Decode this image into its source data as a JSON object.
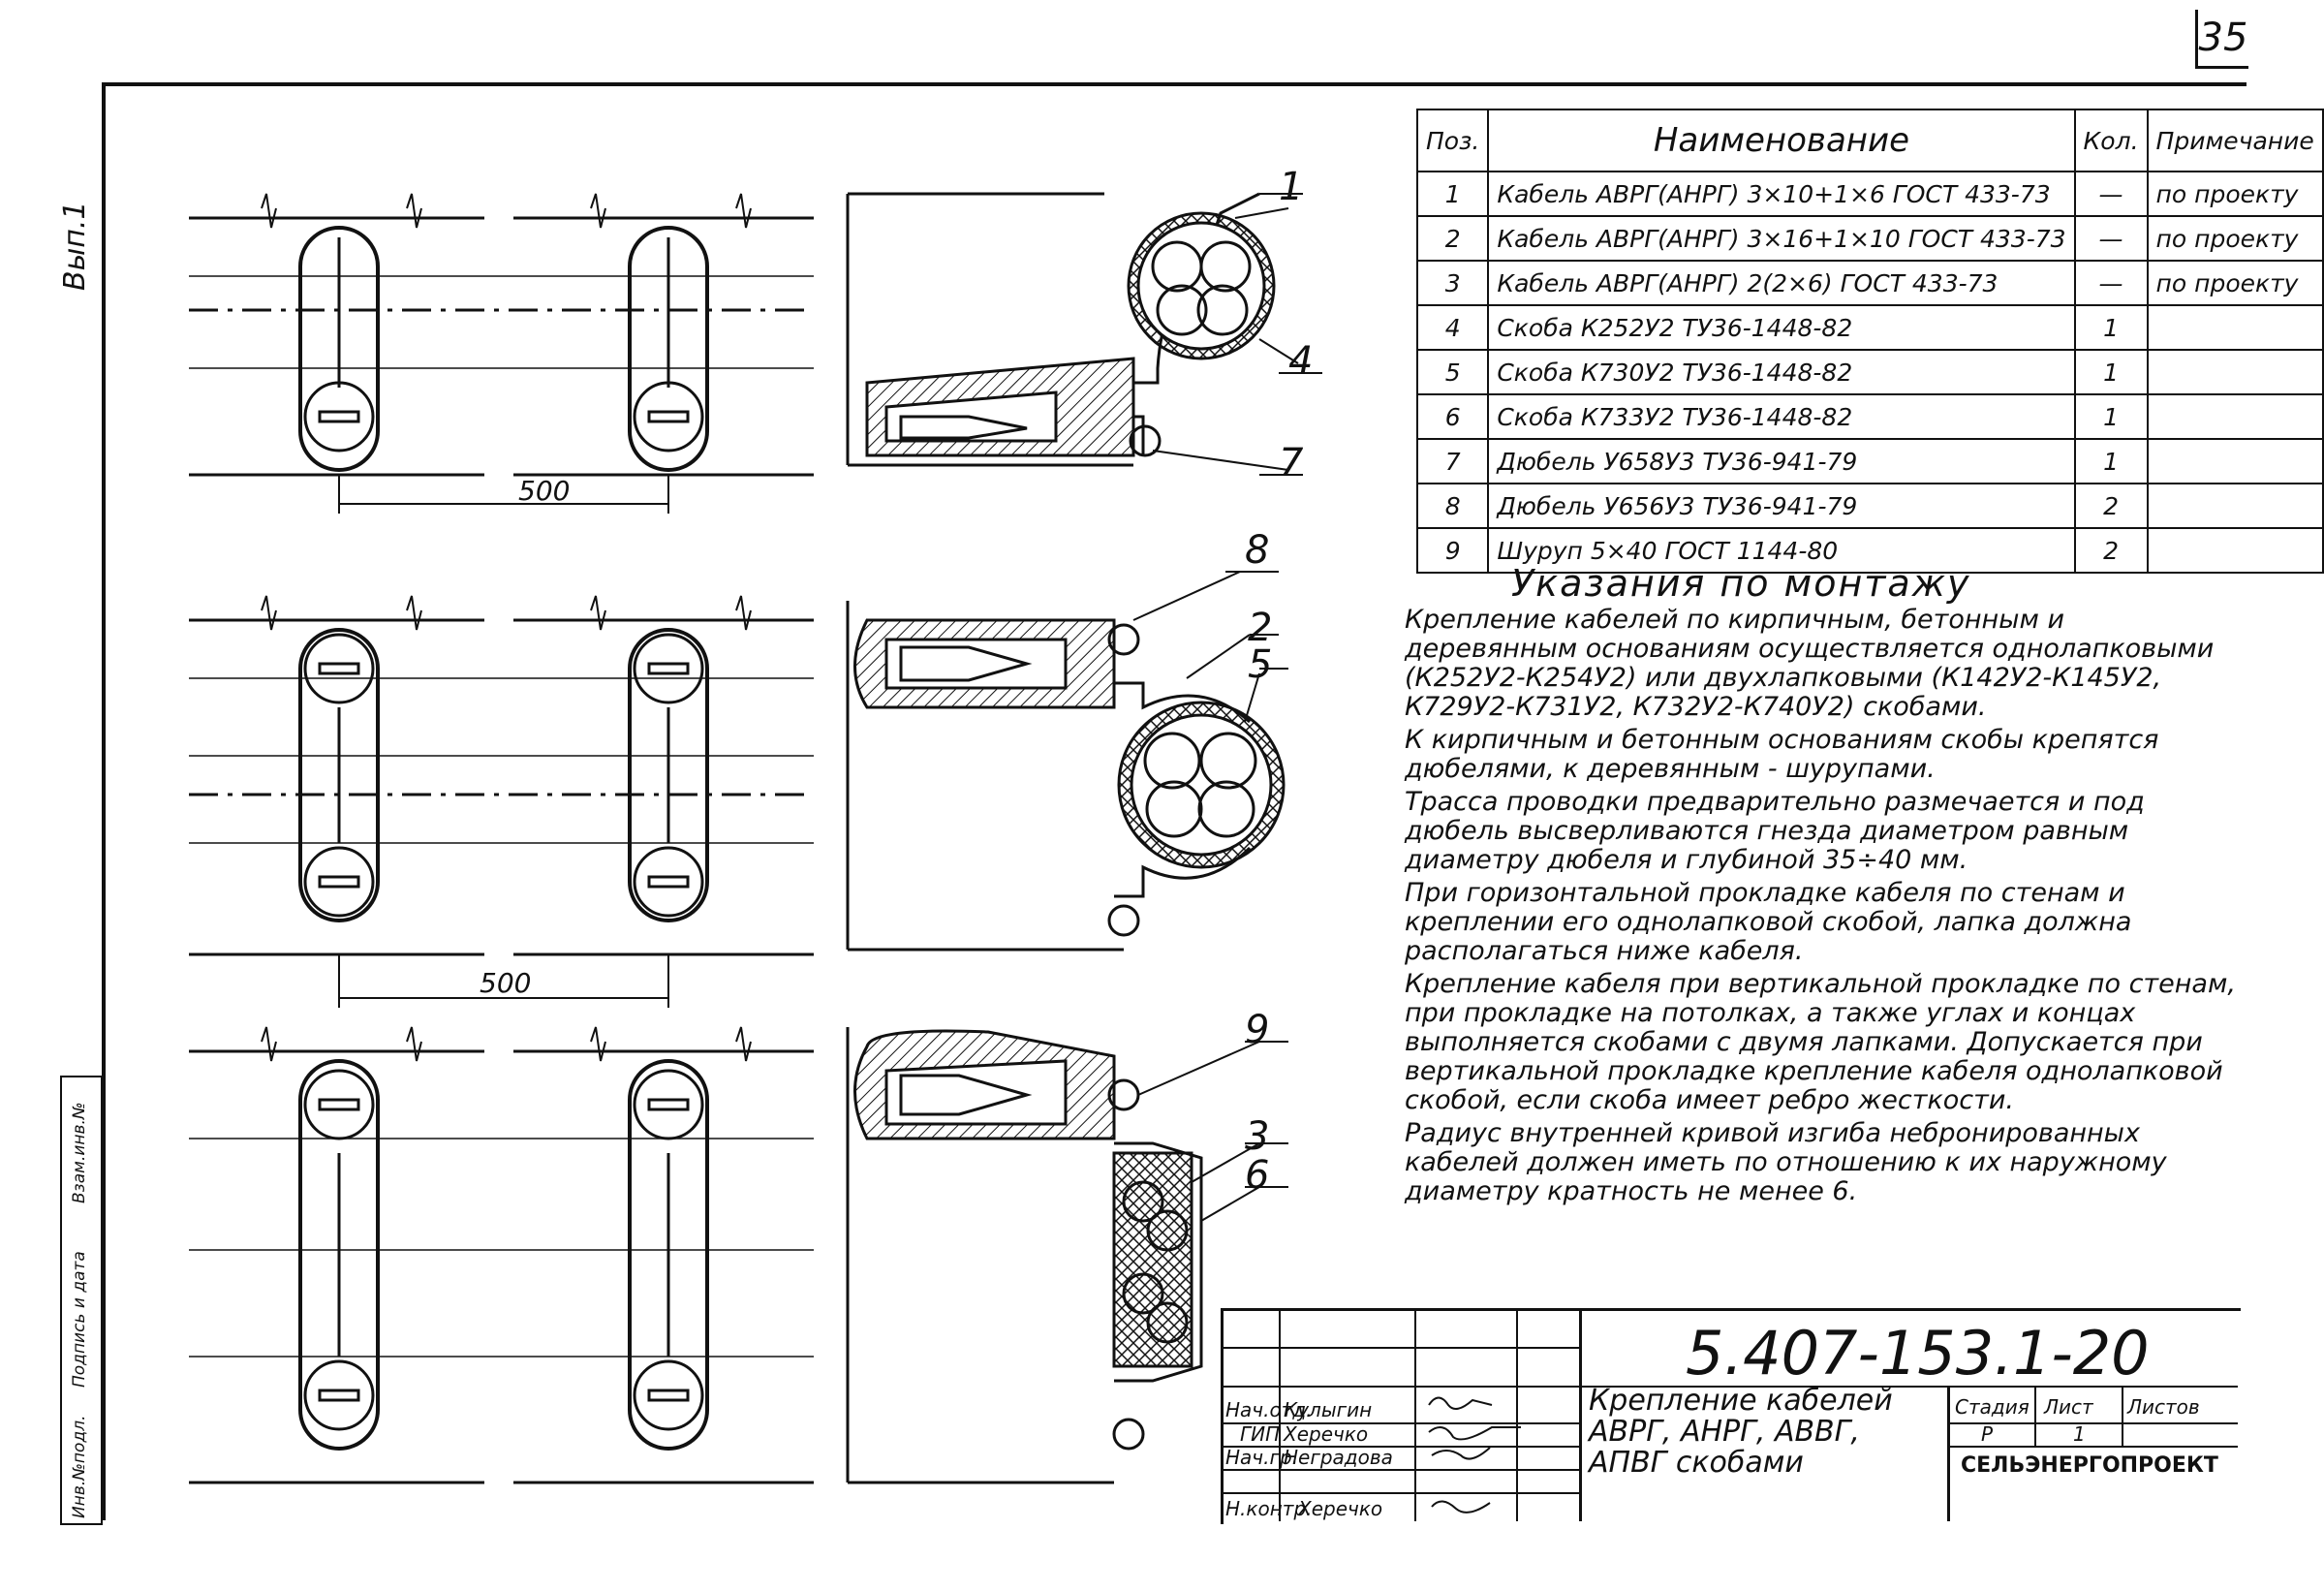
{
  "sheet_number": "35",
  "issue_label": "Вып.1",
  "side_stamp": [
    "Инв.№подл.",
    "Подпись и дата",
    "Взам.инв.№"
  ],
  "spec": {
    "headers": {
      "pos": "Поз.",
      "name": "Наименование",
      "qty": "Кол.",
      "note": "Примечание"
    },
    "rows": [
      {
        "pos": "1",
        "name": "Кабель АВРГ(АНРГ) 3×10+1×6 ГОСТ 433-73",
        "qty": "—",
        "note": "по проекту"
      },
      {
        "pos": "2",
        "name": "Кабель АВРГ(АНРГ) 3×16+1×10 ГОСТ 433-73",
        "qty": "—",
        "note": "по проекту"
      },
      {
        "pos": "3",
        "name": "Кабель АВРГ(АНРГ) 2(2×6) ГОСТ 433-73",
        "qty": "—",
        "note": "по проекту"
      },
      {
        "pos": "4",
        "name": "Скоба К252У2 ТУ36-1448-82",
        "qty": "1",
        "note": ""
      },
      {
        "pos": "5",
        "name": "Скоба К730У2 ТУ36-1448-82",
        "qty": "1",
        "note": ""
      },
      {
        "pos": "6",
        "name": "Скоба К733У2 ТУ36-1448-82",
        "qty": "1",
        "note": ""
      },
      {
        "pos": "7",
        "name": "Дюбель У658У3 ТУ36-941-79",
        "qty": "1",
        "note": ""
      },
      {
        "pos": "8",
        "name": "Дюбель У656У3 ТУ36-941-79",
        "qty": "2",
        "note": ""
      },
      {
        "pos": "9",
        "name": "Шуруп 5×40 ГОСТ 1144-80",
        "qty": "2",
        "note": ""
      }
    ]
  },
  "instructions": {
    "title": "Указания по монтажу",
    "paragraphs": [
      "Крепление кабелей по кирпичным, бетонным и деревянным основаниям осуществляется однолапковыми (К252У2-К254У2) или двухлапковыми (К142У2-К145У2, К729У2-К731У2, К732У2-К740У2) скобами.",
      "К кирпичным и бетонным основаниям скобы крепятся дюбелями, к деревянным - шурупами.",
      "Трасса проводки предварительно размечается и под дюбель высверливаются гнезда диаметром равным диаметру дюбеля и глубиной 35÷40 мм.",
      "При горизонтальной прокладке кабеля по стенам и креплении его однолапковой скобой, лапка должна располагаться ниже кабеля.",
      "Крепление кабеля при вертикальной прокладке по стенам, при прокладке на потолках, а также углах и концах выполняется скобами с двумя лапками. Допускается при вертикальной прокладке крепление кабеля однолапковой скобой, если скоба имеет ребро жесткости.",
      "Радиус внутренней кривой изгиба небронированных кабелей должен иметь по отношению к их наружному диаметру кратность не менее 6."
    ]
  },
  "dimensions": {
    "d1": "500",
    "d2": "500"
  },
  "callouts": [
    "1",
    "4",
    "7",
    "8",
    "2",
    "5",
    "9",
    "3",
    "6"
  ],
  "title_block": {
    "code": "5.407-153.1-20",
    "title": "Крепление кабелей АВРГ, АНРГ, АВВГ, АПВГ скобами",
    "stage_label": "Стадия",
    "sheet_label": "Лист",
    "sheets_label": "Листов",
    "stage": "Р",
    "sheet": "1",
    "sheets": "",
    "org": "СЕЛЬЭНЕРГОПРОЕКТ",
    "people": [
      {
        "role": "Нач.отд.",
        "name": "Кулыгин"
      },
      {
        "role": "ГИП",
        "name": "Херечко"
      },
      {
        "role": "Нач.гр.",
        "name": "Неградова"
      },
      {
        "role": "Н.контр.",
        "name": "Херечко"
      }
    ]
  }
}
